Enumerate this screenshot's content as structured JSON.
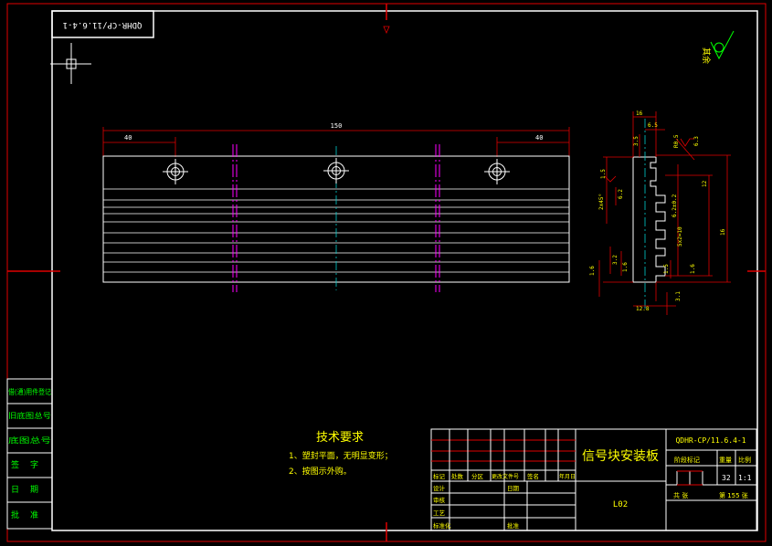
{
  "drawing_code_rotated": "QDHR-CP/11.6.4-1",
  "surface_note": "其余",
  "tech_req": {
    "title": "技术要求",
    "items": [
      "1、塑封平面，无明显变形；",
      "2、按图示外购。"
    ]
  },
  "left_column": [
    "借(通)用件登记",
    "旧底图总号",
    "底图总号",
    "签字",
    "日期",
    "批准"
  ],
  "front_view": {
    "overall": "150",
    "left_offset": "40",
    "right_offset": "40"
  },
  "side_view": {
    "labels": [
      "16",
      "6.5",
      "3.5",
      "R0.5",
      "6.3",
      "1.5",
      "2x45°",
      "6.2",
      "6.2±0.2",
      "12",
      "16",
      "5x2=10",
      "1.6",
      "3.2",
      "1.6",
      "1.5",
      "1.6",
      "3.1",
      "12.8"
    ]
  },
  "title_block": {
    "part_name": "信号块安装板",
    "code": "QDHR-CP/11.6.4-1",
    "material": "L02",
    "stage_label": "阶段标记",
    "weight_label": "重量",
    "scale_label": "比例",
    "weight": "32",
    "scale": "1:1",
    "sheet_label": "共   张",
    "sheet_of": "第 155 张",
    "rev_headers": [
      "标记",
      "处数",
      "分区",
      "更改文件号",
      "签名",
      "年月日"
    ],
    "role_labels": [
      "设计",
      "审核",
      "工艺",
      "标准化",
      "批准"
    ],
    "date_label": "日期"
  }
}
